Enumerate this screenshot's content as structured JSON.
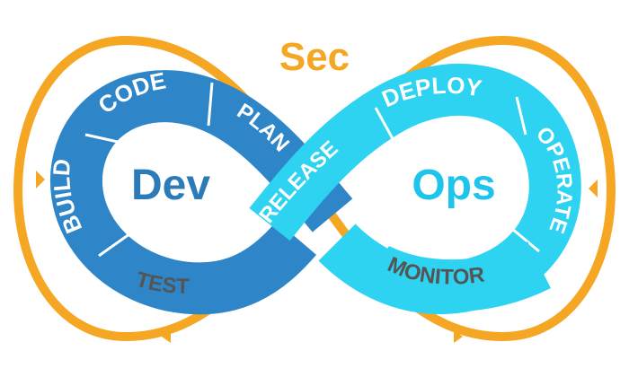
{
  "colors": {
    "security_ring": "#F5A623",
    "dev_loop": "#2E86C8",
    "dev_loop_light": "#3A95D6",
    "ops_loop": "#2ED3F2",
    "ops_loop_light": "#5CE0F7",
    "dev_text": "#2B7BB9",
    "ops_text": "#1EC4EC",
    "stage_text_light": "#FFFFFF",
    "stage_text_dark": "#555555"
  },
  "title": {
    "prefix": "Sec"
  },
  "centers": {
    "left": "Dev",
    "right": "Ops"
  },
  "stages": {
    "build": "BUILD",
    "code": "CODE",
    "plan": "PLAN",
    "test": "TEST",
    "release": "RELEASE",
    "deploy": "DEPLOY",
    "operate": "OPERATE",
    "monitor": "MONITOR"
  }
}
